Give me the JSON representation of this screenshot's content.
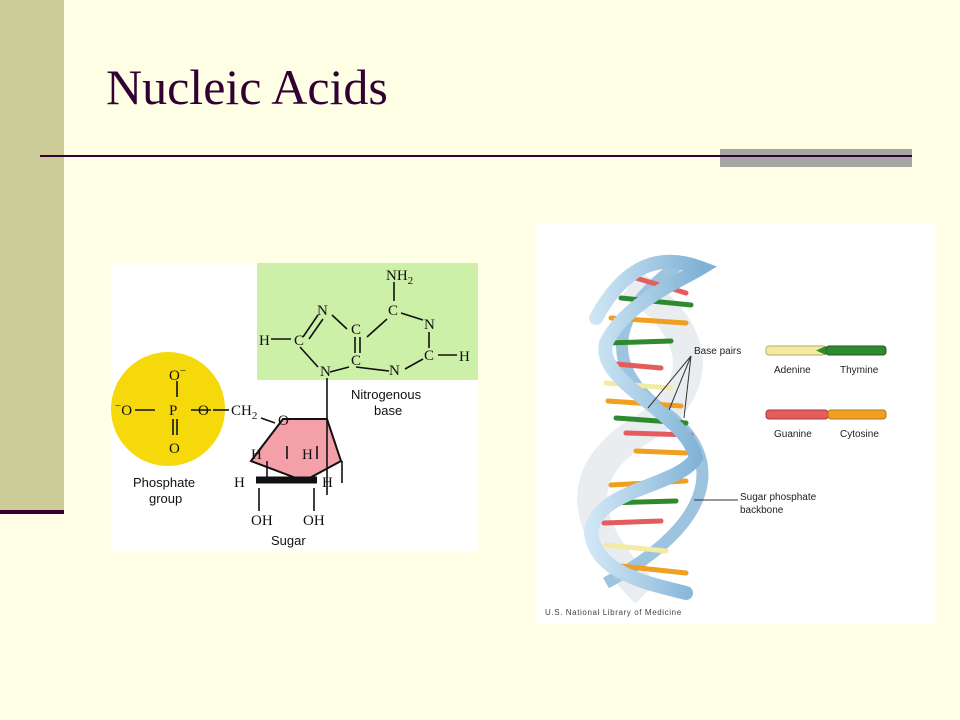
{
  "slide": {
    "title": "Nucleic Acids",
    "accent_color": "#330033",
    "sidebar_color": "#cccc99",
    "background_color": "#ffffe6"
  },
  "nucleotide_figure": {
    "phosphate_label": [
      "Phosphate",
      "group"
    ],
    "sugar_label": "Sugar",
    "base_label": [
      "Nitrogenous",
      "base"
    ],
    "atoms": {
      "nh2": "NH",
      "nh2_sub": "2",
      "c": "C",
      "n": "N",
      "h": "H",
      "o": "O",
      "o_minus": "O",
      "minus": "−",
      "p": "P",
      "ch2": "CH",
      "ch2_sub": "2",
      "oh": "OH"
    },
    "colors": {
      "phosphate": "#f5d90a",
      "sugar": "#f4a0a8",
      "base": "#ccf0a8"
    }
  },
  "dna_figure": {
    "base_pairs_label": "Base pairs",
    "backbone_label": [
      "Sugar phosphate",
      "backbone"
    ],
    "legend": [
      {
        "left": "Adenine",
        "right": "Thymine",
        "left_color": "#f3eaa4",
        "right_color": "#2f8a2f"
      },
      {
        "left": "Guanine",
        "right": "Cytosine",
        "left_color": "#e55c5c",
        "right_color": "#f0a020"
      }
    ],
    "credit": "U.S. National Library of Medicine",
    "helix_color": "#a9cde6"
  }
}
